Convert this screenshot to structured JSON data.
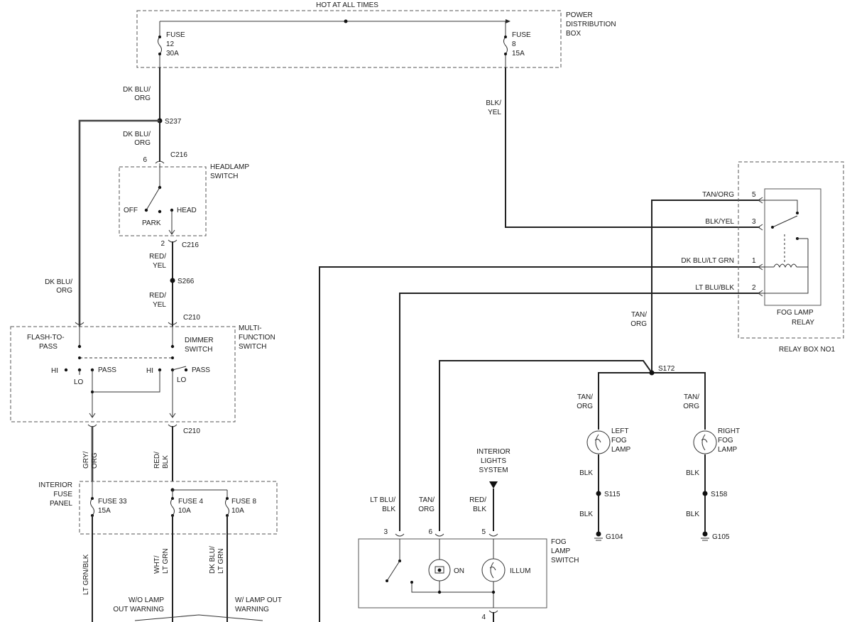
{
  "header": {
    "hot_at_all_times": "HOT AT ALL TIMES"
  },
  "power_distribution_box": {
    "label": [
      "POWER",
      "DISTRIBUTION",
      "BOX"
    ],
    "fuse12": [
      "FUSE",
      "12",
      "30A"
    ],
    "fuse8": [
      "FUSE",
      "8",
      "15A"
    ]
  },
  "wires": {
    "dk_blu_org": [
      "DK BLU/",
      "ORG"
    ],
    "blk_yel": [
      "BLK/",
      "YEL"
    ],
    "red_yel": [
      "RED/",
      "YEL"
    ],
    "gry_org": [
      "GRY/",
      "ORG"
    ],
    "red_blk": [
      "RED/",
      "BLK"
    ],
    "lt_grn_blk": "LT GRN/BLK",
    "wht_lt_grn": [
      "WHT/",
      "LT GRN"
    ],
    "dk_blu_lt_grn": [
      "DK BLU/",
      "LT GRN"
    ],
    "tan_org": [
      "TAN/",
      "ORG"
    ],
    "lt_blu_blk": [
      "LT BLU/",
      "BLK"
    ],
    "blk": "BLK"
  },
  "splices": {
    "s237": "S237",
    "s266": "S266",
    "s172": "S172",
    "s115": "S115",
    "s158": "S158"
  },
  "connectors": {
    "c216": "C216",
    "c210": "C210",
    "pin6": "6",
    "pin2": "2"
  },
  "headlamp_switch": {
    "label": [
      "HEADLAMP",
      "SWITCH"
    ],
    "off": "OFF",
    "park": "PARK",
    "head": "HEAD"
  },
  "multifunction_switch": {
    "label": [
      "MULTI-",
      "FUNCTION",
      "SWITCH"
    ],
    "flash_to_pass": [
      "FLASH-TO-",
      "PASS"
    ],
    "dimmer": [
      "DIMMER",
      "SWITCH"
    ],
    "hi": "HI",
    "lo": "LO",
    "pass": "PASS"
  },
  "interior_fuse_panel": {
    "label": [
      "INTERIOR",
      "FUSE",
      "PANEL"
    ],
    "fuse33": [
      "FUSE 33",
      "15A"
    ],
    "fuse4": [
      "FUSE 4",
      "10A"
    ],
    "fuse8": [
      "FUSE 8",
      "10A"
    ]
  },
  "warnings": {
    "wo_lamp_out": [
      "W/O LAMP",
      "OUT WARNING"
    ],
    "w_lamp_out": [
      "W/ LAMP OUT",
      "WARNING"
    ]
  },
  "relay": {
    "pin5_wire": "TAN/ORG",
    "pin5": "5",
    "pin3_wire": "BLK/YEL",
    "pin3": "3",
    "pin1_wire": "DK BLU/LT GRN",
    "pin1": "1",
    "pin2_wire": "LT BLU/BLK",
    "pin2": "2",
    "label": [
      "FOG LAMP",
      "RELAY"
    ],
    "box_label": "RELAY BOX NO1"
  },
  "fog_lamps": {
    "left": [
      "LEFT",
      "FOG",
      "LAMP"
    ],
    "right": [
      "RIGHT",
      "FOG",
      "LAMP"
    ],
    "g104": "G104",
    "g105": "G105"
  },
  "interior_lights": [
    "INTERIOR",
    "LIGHTS",
    "SYSTEM"
  ],
  "fog_lamp_switch": {
    "label": [
      "FOG",
      "LAMP",
      "SWITCH"
    ],
    "pin3": "3",
    "pin6": "6",
    "pin5": "5",
    "pin4": "4",
    "on": "ON",
    "illum": "ILLUM"
  }
}
